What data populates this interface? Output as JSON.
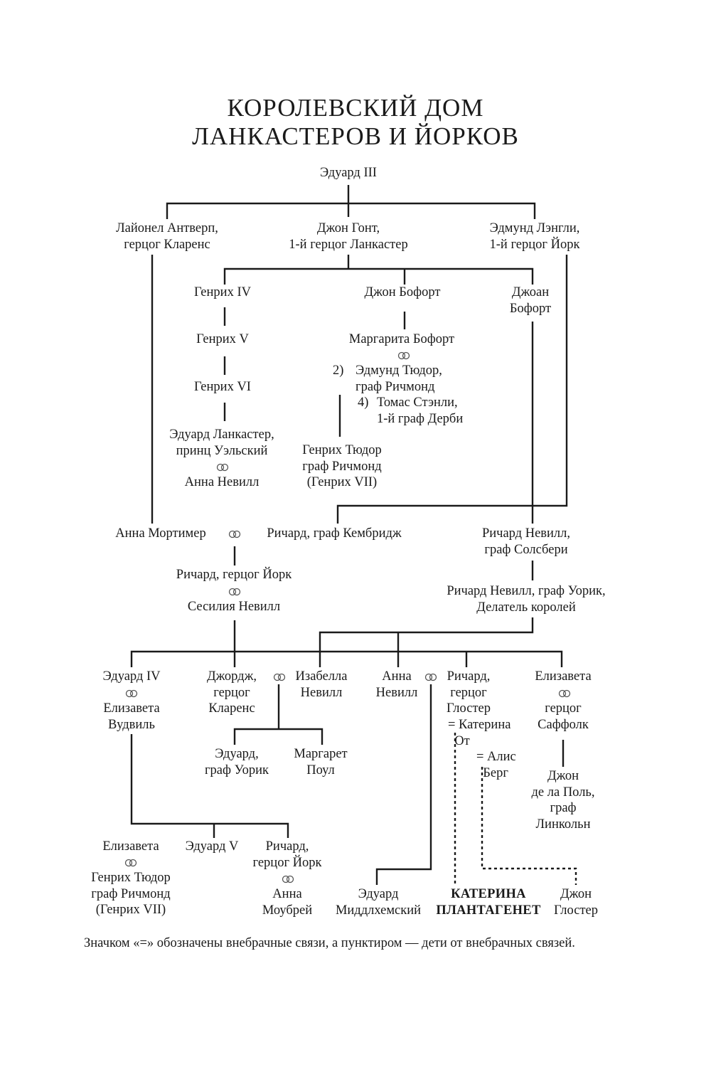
{
  "title": {
    "line1": "КОРОЛЕВСКИЙ ДОМ",
    "line2": "ЛАНКАСТЕРОВ И ЙОРКОВ"
  },
  "people": {
    "edward3": "Эдуард III",
    "lionel": "Лайонел Антверп,\nгерцог Кларенс",
    "gaunt": "Джон Гонт,\n1-й герцог Ланкастер",
    "edmund_langley": "Эдмунд Лэнгли,\n1-й герцог Йорк",
    "henry4": "Генрих IV",
    "john_beaufort": "Джон Бофорт",
    "joan_beaufort": "Джоан\nБофорт",
    "henry5": "Генрих V",
    "margaret_beaufort": "Маргарита Бофорт",
    "spouse2_num": "2)",
    "edmund_tudor": "Эдмунд Тюдор,\nграф Ричмонд",
    "spouse4_num": "4)",
    "thomas_stanley": "Томас Стэнли,\n1-й граф Дерби",
    "henry6": "Генрих VI",
    "edward_lancaster": "Эдуард Ланкастер,\nпринц Уэльский",
    "anne_neville_1": "Анна Невилл",
    "henry_tudor_1": "Генрих Тюдор\nграф Ричмонд\n(Генрих VII)",
    "anne_mortimer": "Анна Мортимер",
    "richard_cambridge": "Ричард, граф Кембридж",
    "richard_salisbury": "Ричард Невилл,\nграф Солсбери",
    "richard_york": "Ричард, герцог Йорк",
    "cecily_neville": "Сесилия Невилл",
    "warwick": "Ричард Невилл, граф Уорик,\nДелатель королей",
    "edward4": "Эдуард IV",
    "elizabeth_woodville": "Елизавета\nВудвиль",
    "george_clarence": "Джордж,\nгерцог\nКларенс",
    "isabella_neville": "Изабелла\nНевилл",
    "anne_neville_2": "Анна\nНевилл",
    "richard_gloucester": "Ричард,\nгерцог\nГлостер",
    "katherine_eq": "= Катерина\n  От",
    "alice_eq": "= Алис\n  Берг",
    "elizabeth_suffolk": "Елизавета",
    "duke_suffolk": "герцог\nСаффолк",
    "edward_warwick": "Эдуард,\nграф Уорик",
    "margaret_pole": "Маргарет\nПоул",
    "john_lincoln": "Джон\nде ла Поль,\nграф\nЛинкольн",
    "elizabeth_york": "Елизавета",
    "henry_tudor_2": "Генрих Тюдор\nграф Ричмонд\n(Генрих VII)",
    "edward5": "Эдуард V",
    "richard_york_young": "Ричард,\nгерцог Йорк",
    "anne_mowbray": "Анна\nМоубрей",
    "edward_middleham": "Эдуард\nМиддлхемский",
    "katherine_plantagenet": "КАТЕРИНА\nПЛАНТАГЕНЕТ",
    "john_gloucester": "Джон\nГлостер"
  },
  "marriage_icon": "wedding-rings-icon",
  "footnote": "Значком «=» обозначены внебрачные связи, а пунктиром — дети от внебрачных связей."
}
